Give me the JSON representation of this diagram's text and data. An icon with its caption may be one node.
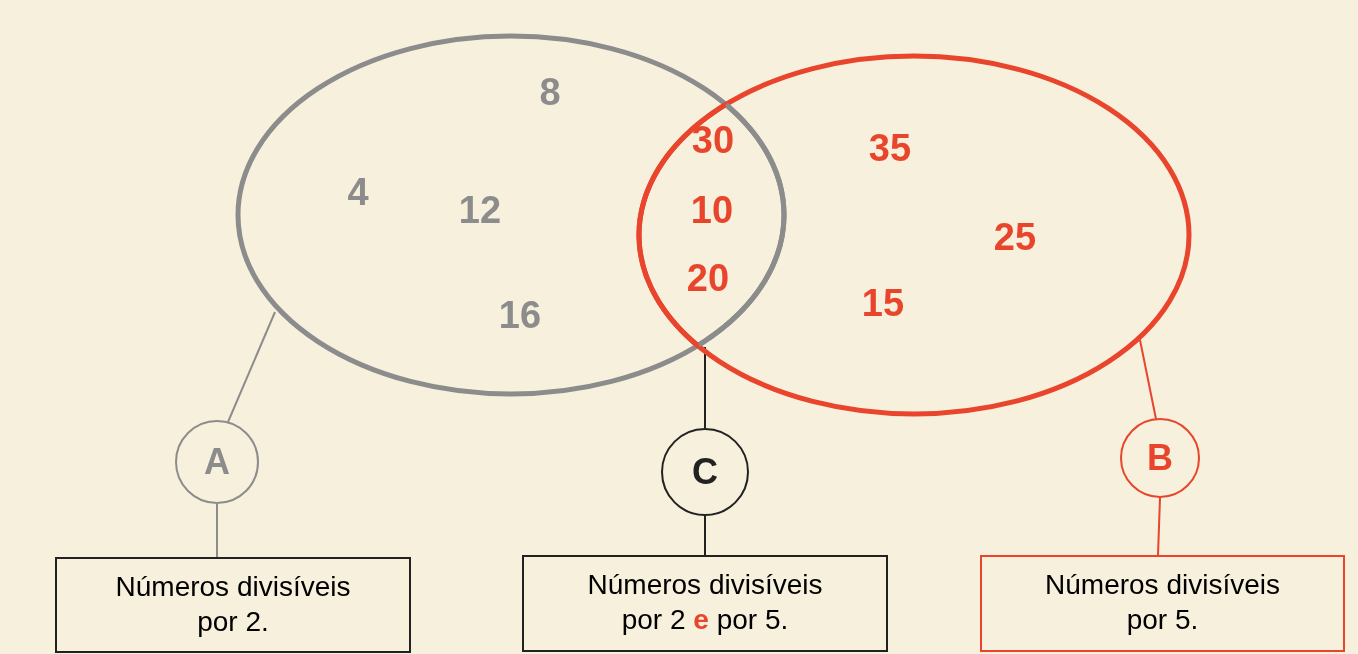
{
  "diagram": {
    "nodes": [
      {
        "text": [
          "8",
          "4",
          "12",
          "16"
        ]
      },
      {
        "text": [
          "30",
          "10",
          "20"
        ]
      },
      {
        "text": [
          "35",
          "25",
          "15"
        ]
      },
      {
        "text": [
          "A"
        ]
      },
      {
        "text": [
          "C"
        ]
      },
      {
        "text": [
          "B"
        ]
      },
      {
        "text": [
          "Números divisíveis por 2."
        ]
      },
      {
        "text": [
          "Números divisíveis por 2 **e** por 5."
        ]
      },
      {
        "text": [
          "Números divisíveis por 5."
        ]
      }
    ],
    "edges": [
      {
        "from": 0,
        "to": 3,
        "arrow": "none",
        "color": "#8c8c8c"
      },
      {
        "from": 3,
        "to": 6,
        "arrow": "none",
        "color": "#8c8c8c"
      },
      {
        "from": 1,
        "to": 4,
        "arrow": "none",
        "color": "#222222"
      },
      {
        "from": 4,
        "to": 7,
        "arrow": "none",
        "color": "#222222"
      },
      {
        "from": 2,
        "to": 5,
        "arrow": "none",
        "color": "#e8452c"
      },
      {
        "from": 5,
        "to": 8,
        "arrow": "none",
        "color": "#e8452c"
      }
    ]
  }
}
